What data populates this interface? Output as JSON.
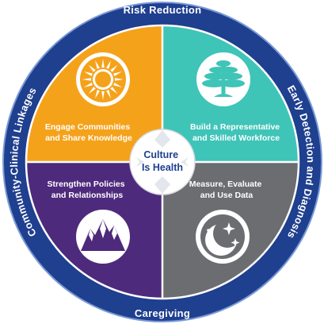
{
  "ring": {
    "top": "Risk Reduction",
    "right": "Early Detection and Diagnosis",
    "bottom": "Caregiving",
    "left": "Community-Clinical Linkages"
  },
  "quadrants": {
    "top_left": {
      "line1": "Engage Communities",
      "line2": "and Share Knowledge",
      "icon": "sun-icon",
      "color": "#f5a21b"
    },
    "top_right": {
      "line1": "Build a Representative",
      "line2": "and Skilled Workforce",
      "icon": "cedar-tree-icon",
      "color": "#3fc4b8"
    },
    "bottom_left": {
      "line1": "Strengthen Policies",
      "line2": "and Relationships",
      "icon": "mountains-icon",
      "color": "#4e2a7c"
    },
    "bottom_right": {
      "line1": "Measure, Evaluate",
      "line2": "and Use Data",
      "icon": "moon-stars-icon",
      "color": "#6b6d70"
    }
  },
  "center": {
    "line1": "Culture",
    "line2": "Is Health"
  },
  "colors": {
    "ring": "#1f3f8f",
    "ring_border": "#7a9ad6",
    "center_text": "#1f3f8f"
  }
}
